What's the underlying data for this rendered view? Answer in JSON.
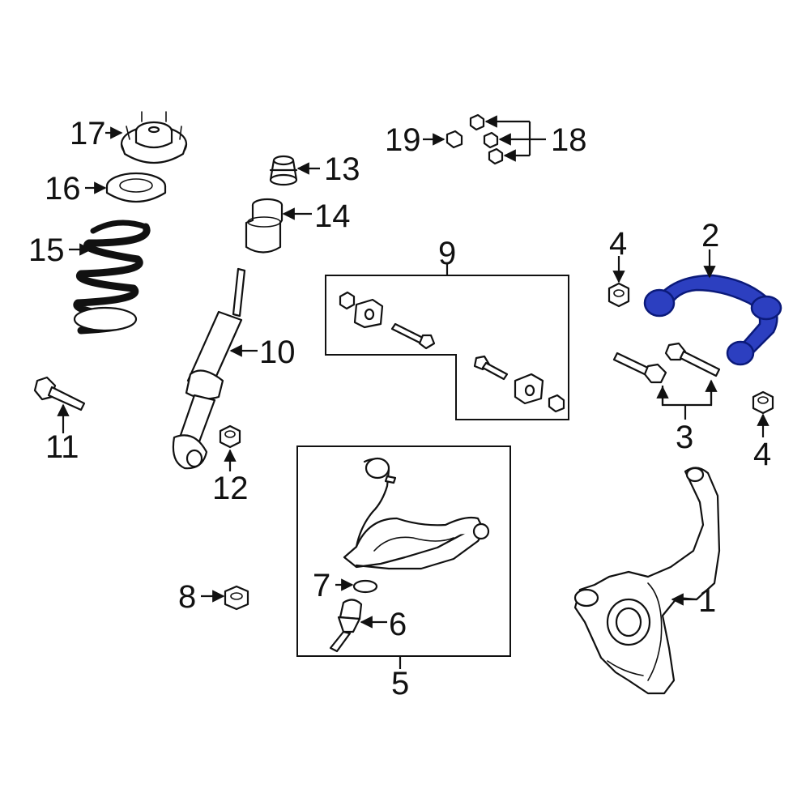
{
  "callouts": {
    "c1": "1",
    "c2": "2",
    "c3": "3",
    "c4a": "4",
    "c4b": "4",
    "c5": "5",
    "c6": "6",
    "c7": "7",
    "c8": "8",
    "c9": "9",
    "c10": "10",
    "c11": "11",
    "c12": "12",
    "c13": "13",
    "c14": "14",
    "c15": "15",
    "c16": "16",
    "c17": "17",
    "c18": "18",
    "c19": "19"
  },
  "colors": {
    "highlight": "#2c3fc0",
    "highlight_edge": "#0b1a7a",
    "line": "#111111"
  }
}
